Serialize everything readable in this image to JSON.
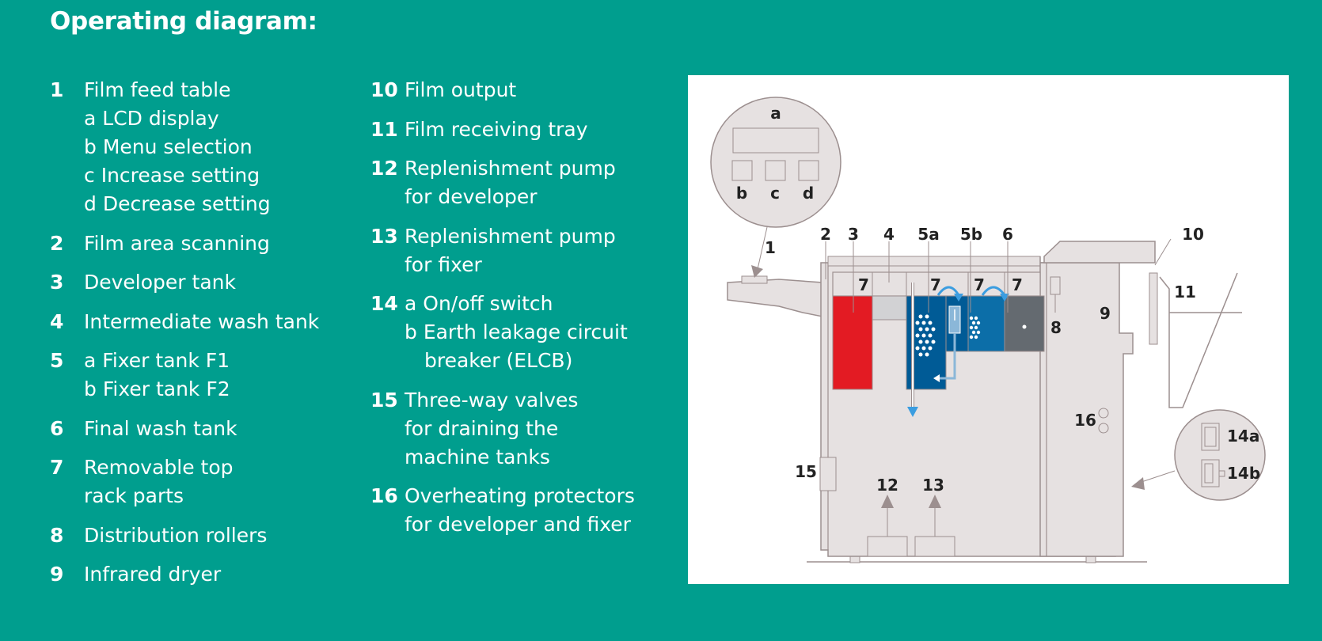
{
  "title": "Operating diagram:",
  "legend": {
    "col1": [
      {
        "num": "1",
        "lines": [
          "Film feed table",
          "a LCD display",
          "b Menu selection",
          "c Increase setting",
          "d Decrease setting"
        ]
      },
      {
        "num": "2",
        "lines": [
          "Film area scanning"
        ]
      },
      {
        "num": "3",
        "lines": [
          "Developer tank"
        ]
      },
      {
        "num": "4",
        "lines": [
          "Intermediate wash tank"
        ]
      },
      {
        "num": "5",
        "lines": [
          "a Fixer tank F1",
          "b Fixer tank F2"
        ]
      },
      {
        "num": "6",
        "lines": [
          "Final wash tank"
        ]
      },
      {
        "num": "7",
        "lines": [
          "Removable top",
          "rack parts"
        ]
      },
      {
        "num": "8",
        "lines": [
          "Distribution rollers"
        ]
      },
      {
        "num": "9",
        "lines": [
          "Infrared dryer"
        ]
      }
    ],
    "col2": [
      {
        "num": "10",
        "lines": [
          "Film output"
        ]
      },
      {
        "num": "11",
        "lines": [
          "Film receiving tray"
        ]
      },
      {
        "num": "12",
        "lines": [
          "Replenishment pump",
          "for developer"
        ]
      },
      {
        "num": "13",
        "lines": [
          "Replenishment pump",
          "for fixer"
        ]
      },
      {
        "num": "14",
        "lines": [
          "a On/off switch",
          "b Earth leakage circuit",
          "breaker (ELCB)"
        ]
      },
      {
        "num": "15",
        "lines": [
          "Three-way valves",
          "for draining the",
          "machine tanks"
        ]
      },
      {
        "num": "16",
        "lines": [
          "Overheating protectors",
          "for developer and fixer"
        ]
      }
    ]
  },
  "diagram": {
    "labels": {
      "a": "a",
      "b": "b",
      "c": "c",
      "d": "d",
      "n1": "1",
      "n2": "2",
      "n3": "3",
      "n4": "4",
      "n5a": "5a",
      "n5b": "5b",
      "n6": "6",
      "n7": "7",
      "n8": "8",
      "n9": "9",
      "n10": "10",
      "n11": "11",
      "n12": "12",
      "n13": "13",
      "n14a": "14a",
      "n14b": "14b",
      "n15": "15",
      "n16": "16"
    },
    "colors": {
      "background": "#009e8e",
      "machine": "#e6e1e1",
      "outline": "#9c8f8f",
      "developer": "#e31b23",
      "intermediate_wash": "#d2d2d4",
      "fixer": "#005b96",
      "final_wash": "#646a70",
      "flow_arrow": "#3b9de0"
    }
  }
}
